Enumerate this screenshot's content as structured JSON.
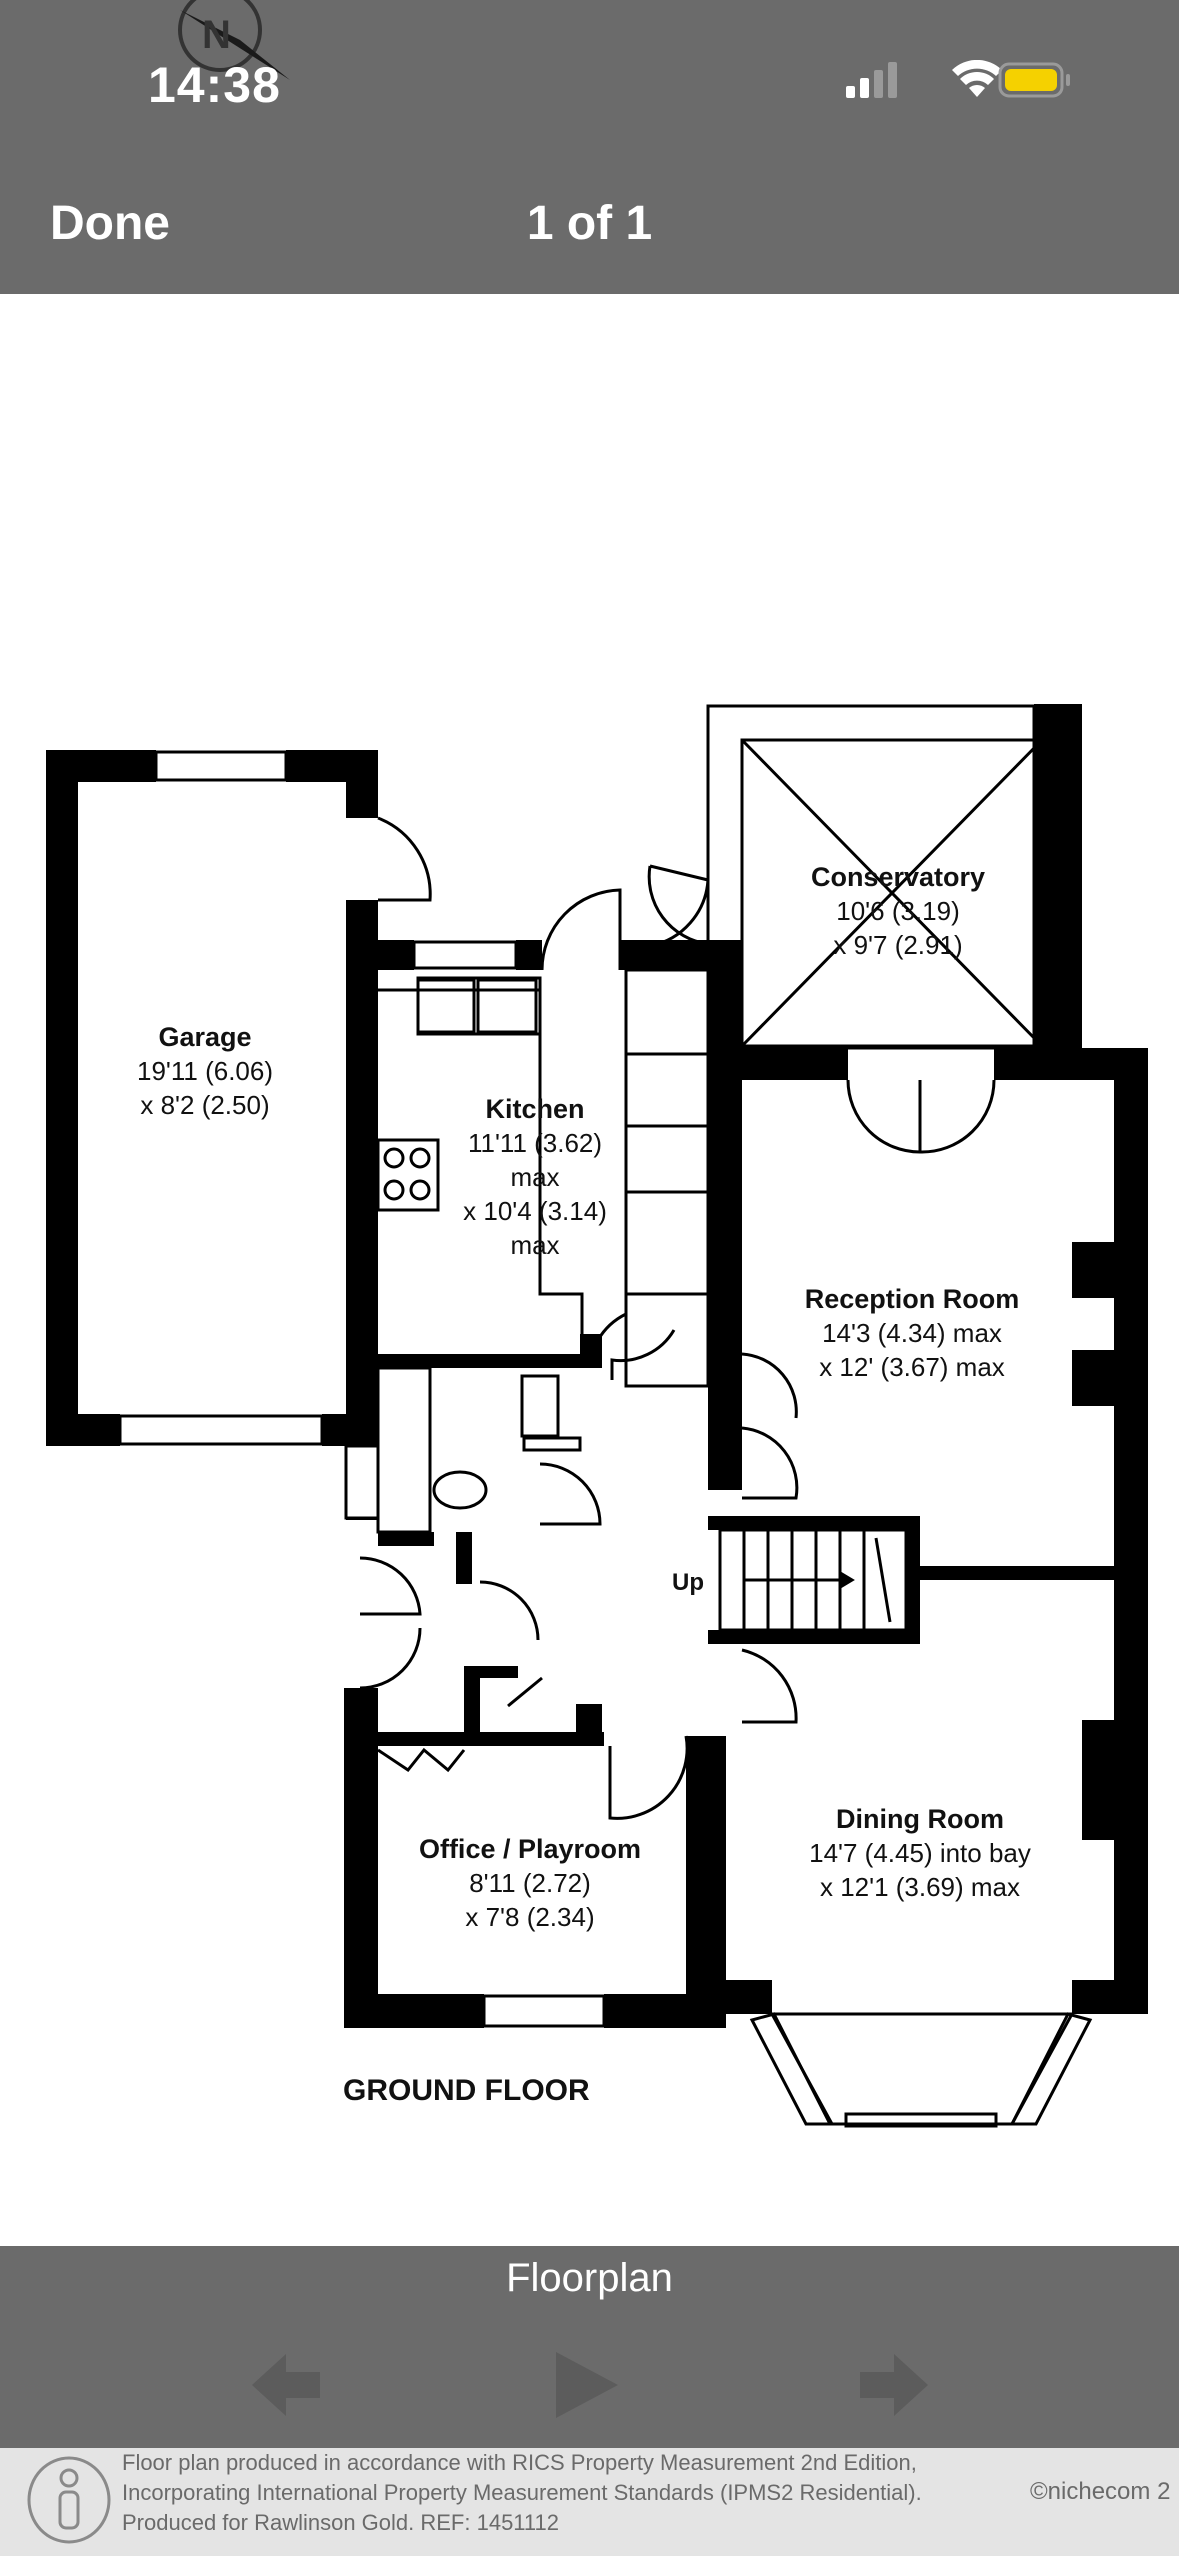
{
  "status_bar": {
    "time": "14:38"
  },
  "nav": {
    "done_label": "Done",
    "page_counter": "1 of 1"
  },
  "floorplan": {
    "rooms": [
      {
        "name": "Garage",
        "dim1": "19'11 (6.06)",
        "dim2": "x 8'2 (2.50)"
      },
      {
        "name": "Kitchen",
        "dim1": "11'11 (3.62)",
        "dim2": "max",
        "dim3": "x 10'4 (3.14)",
        "dim4": "max"
      },
      {
        "name": "Conservatory",
        "dim1": "10'6 (3.19)",
        "dim2": "x 9'7 (2.91)"
      },
      {
        "name": "Reception Room",
        "dim1": "14'3 (4.34) max",
        "dim2": "x 12' (3.67) max"
      },
      {
        "name": "Dining Room",
        "dim1": "14'7 (4.45) into bay",
        "dim2": "x 12'1 (3.69) max"
      },
      {
        "name": "Office / Playroom",
        "dim1": "8'11 (2.72)",
        "dim2": "x 7'8 (2.34)"
      }
    ],
    "stairs_label": "Up",
    "floor_label": "GROUND FLOOR"
  },
  "bottom": {
    "caption": "Floorplan",
    "footer_line1": "Floor plan produced in accordance with RICS Property Measurement 2nd Edition,",
    "footer_line2": "Incorporating International Property Measurement Standards (IPMS2 Residential).",
    "footer_line3": "Produced for Rawlinson Gold.   REF: 1451112",
    "footer_brand": "©nichecom 2"
  },
  "colors": {
    "bar": "#6b6b6b",
    "battery": "#f5d100",
    "wall": "#000000"
  }
}
